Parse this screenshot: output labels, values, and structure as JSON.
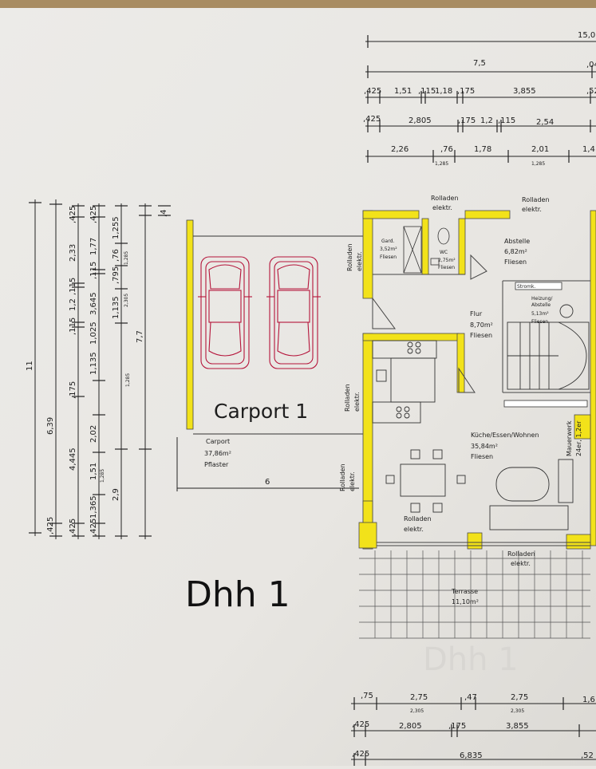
{
  "title": "Dhh 1",
  "watermark": "Dhh 1",
  "carport": {
    "heading": "Carport 1",
    "area_name": "Carport",
    "area_value": "37,86m²",
    "area_material": "Pflaster",
    "width": "6"
  },
  "rooms": {
    "gard": [
      "Gard.",
      "3,52m²",
      "Fliesen"
    ],
    "wc": [
      "WC",
      "2,75m²",
      "Fliesen"
    ],
    "abstelle": [
      "Abstelle",
      "6,82m²",
      "Fliesen"
    ],
    "flur": [
      "Flur",
      "8,70m²",
      "Fliesen"
    ],
    "heizung": [
      "Heizung/",
      "Abstelle",
      "5,13m²",
      "Fliesen"
    ],
    "stromk": "Stromk.",
    "kueche": [
      "Küche/Essen/Wohnen",
      "35,84m²",
      "Fliesen"
    ],
    "terrasse": [
      "Terrasse",
      "11,10m²"
    ],
    "mauerwerk": [
      "Mauerwerk",
      "24er, 1,2er"
    ]
  },
  "rolladen": [
    "Rolladen",
    "elektr."
  ],
  "dims_top": {
    "row1": [
      "15,0"
    ],
    "row2": [
      "7,5",
      ",04"
    ],
    "row3": [
      ",425",
      "1,51",
      ",115",
      "1,18",
      ",175",
      "3,855",
      ",52"
    ],
    "row4": [
      ",425",
      "2,805",
      ",175",
      "1,2",
      ",115",
      "2,54"
    ],
    "row5": [
      "2,26",
      ",76",
      "1,78",
      "2,01",
      "1,4"
    ],
    "row5_sub": [
      "1,285",
      "1,285"
    ]
  },
  "dims_bottom": {
    "row1": [
      ",75",
      "2,75",
      ",47",
      "2,75",
      "1,6"
    ],
    "row1_sub": [
      "2,305",
      "2,305"
    ],
    "row2": [
      ",425",
      "2,805",
      ",175",
      "3,855"
    ],
    "row3": [
      ",425",
      "6,835",
      ",52"
    ]
  },
  "dims_left": {
    "col1": [
      "11"
    ],
    "col2": [
      ",425",
      "6,39"
    ],
    "col3": [
      ",425",
      "4,445",
      ",175",
      ",115",
      "1,2",
      ",115",
      "2,33",
      ",425"
    ],
    "col4": [
      ",425",
      "1,365",
      "1,51",
      "2,02",
      "1,135",
      "1,025",
      "3,645",
      ",115",
      "1,77",
      ",425"
    ],
    "col4_sub": [
      "1,285",
      "1,285"
    ],
    "col5": [
      "2,9",
      "7,7",
      "1,135",
      ",795",
      ",76",
      "1,255"
    ],
    "col5_sub": [
      "2,305",
      "1,285"
    ],
    "col6": [
      ",4"
    ]
  }
}
